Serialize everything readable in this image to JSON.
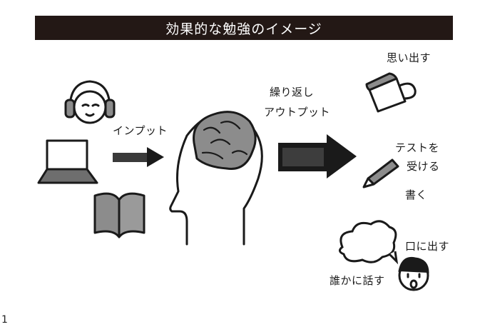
{
  "title": "効果的な勉強のイメージ",
  "labels": {
    "input": "インプット",
    "output_line1": "繰り返し",
    "output_line2": "アウトプット",
    "recall": "思い出す",
    "test_line1": "テストを",
    "test_line2": "受ける",
    "write": "書く",
    "say_aloud": "口に出す",
    "tell_someone": "誰かに話す"
  },
  "page_number": "1",
  "colors": {
    "title_bg": "#231815",
    "title_text": "#ffffff",
    "ink": "#1a1a1a",
    "gray_fill": "#8c8c8c"
  },
  "icons": [
    "headphones-person-icon",
    "laptop-icon",
    "book-icon",
    "input-arrow-icon",
    "head-with-brain-icon",
    "output-arrow-icon",
    "mug-icon",
    "pencil-icon",
    "speech-bubble-icon",
    "speaking-person-icon"
  ]
}
